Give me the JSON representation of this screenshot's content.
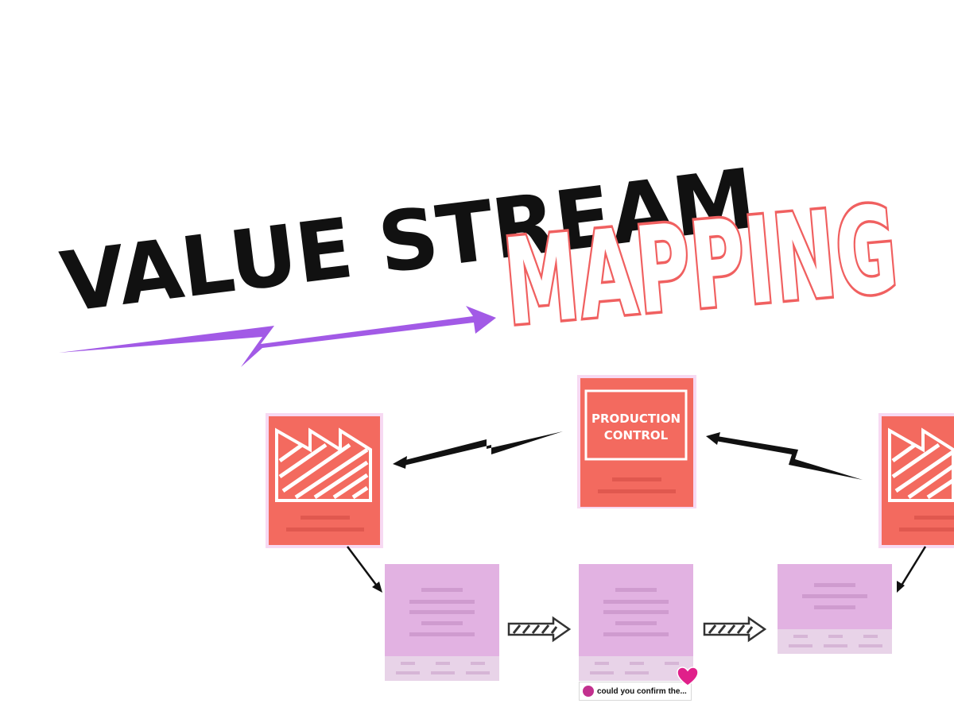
{
  "title": {
    "line1": "VALUE STREAM",
    "line2": "MAPPING"
  },
  "production_control": {
    "line1": "PRODUCTION",
    "line2": "CONTROL"
  },
  "comment": {
    "text": "could you confirm the..."
  },
  "colors": {
    "factory_fill": "#f36a5f",
    "process_fill": "#e2b2e2",
    "process_footer": "#e8d3e8",
    "accent_arrow": "#a25ae6",
    "outline_red": "#f06060",
    "heart": "#e0208a"
  },
  "icons": [
    "factory-icon",
    "lightning-arrow-icon",
    "push-arrow-icon",
    "heart-icon",
    "avatar-icon"
  ]
}
